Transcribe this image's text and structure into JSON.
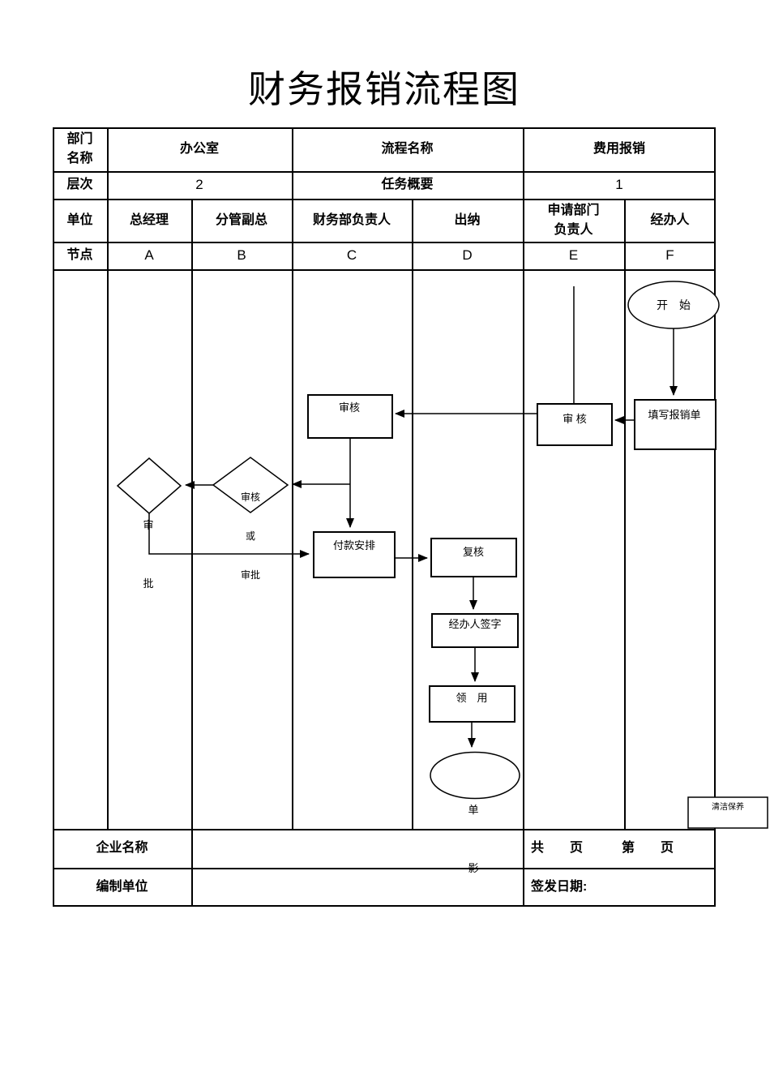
{
  "title": "财务报销流程图",
  "header": {
    "dept_label": "部门名称",
    "dept_value": "办公室",
    "process_label": "流程名称",
    "process_value": "费用报销",
    "level_label": "层次",
    "level_value": "2",
    "summary_label": "任务概要",
    "summary_value": "1",
    "unit_label": "单位",
    "node_label": "节点",
    "columns": [
      {
        "unit": "总经理",
        "node": "A"
      },
      {
        "unit": "分管副总",
        "node": "B"
      },
      {
        "unit": "财务部负责人",
        "node": "C"
      },
      {
        "unit": "出纳",
        "node": "D"
      },
      {
        "unit": "申请部门负责人",
        "node": "E"
      },
      {
        "unit": "经办人",
        "node": "F"
      }
    ]
  },
  "flowchart": {
    "start": "开　始",
    "fill_form": "填写报销单",
    "review_e": "审 核",
    "review_c": "审核",
    "diamond_b": [
      "审核",
      "或",
      "审批"
    ],
    "diamond_a": [
      "审",
      "批"
    ],
    "payment": "付款安排",
    "recheck": "复核",
    "handler_sign": "经办人签字",
    "collect": "领　用",
    "end_node": [
      "单",
      "影"
    ],
    "cleaning": "清洁保养"
  },
  "footer": {
    "company_label": "企业名称",
    "pages_text": "共　　页　　　第　　页",
    "unit_label": "编制单位",
    "issue_date_label": "签发日期:"
  }
}
